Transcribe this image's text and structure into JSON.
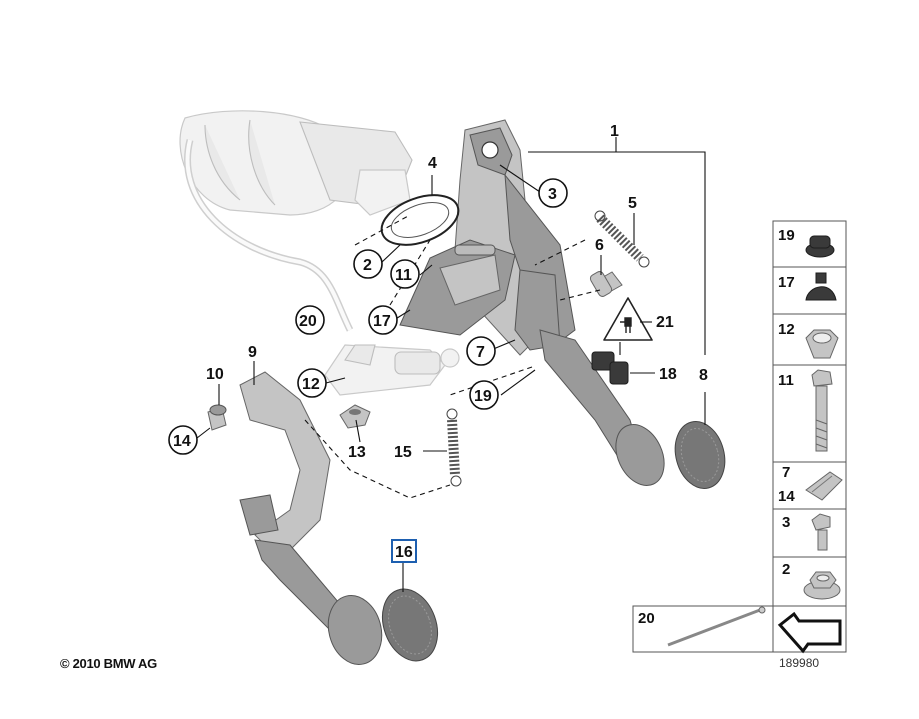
{
  "diagram": {
    "callouts": {
      "c1": "1",
      "c2": "2",
      "c3": "3",
      "c4": "4",
      "c5": "5",
      "c6": "6",
      "c7": "7",
      "c8": "8",
      "c9": "9",
      "c10": "10",
      "c11": "11",
      "c12": "12",
      "c13": "13",
      "c14": "14",
      "c15": "15",
      "c16": "16",
      "c17": "17",
      "c18": "18",
      "c19": "19",
      "c20": "20",
      "c21": "21"
    },
    "highlighted_callout": "16",
    "highlight_color": "#1d5fb0"
  },
  "parts_panel": {
    "items": [
      {
        "label": "19"
      },
      {
        "label": "17"
      },
      {
        "label": "12"
      },
      {
        "label": "11"
      },
      {
        "label": "7",
        "label2": "14"
      },
      {
        "label": "3"
      },
      {
        "label": "2"
      }
    ],
    "bottom_item": {
      "label": "20"
    }
  },
  "footer": {
    "copyright": "© 2010 BMW AG",
    "diagram_number": "189980"
  }
}
